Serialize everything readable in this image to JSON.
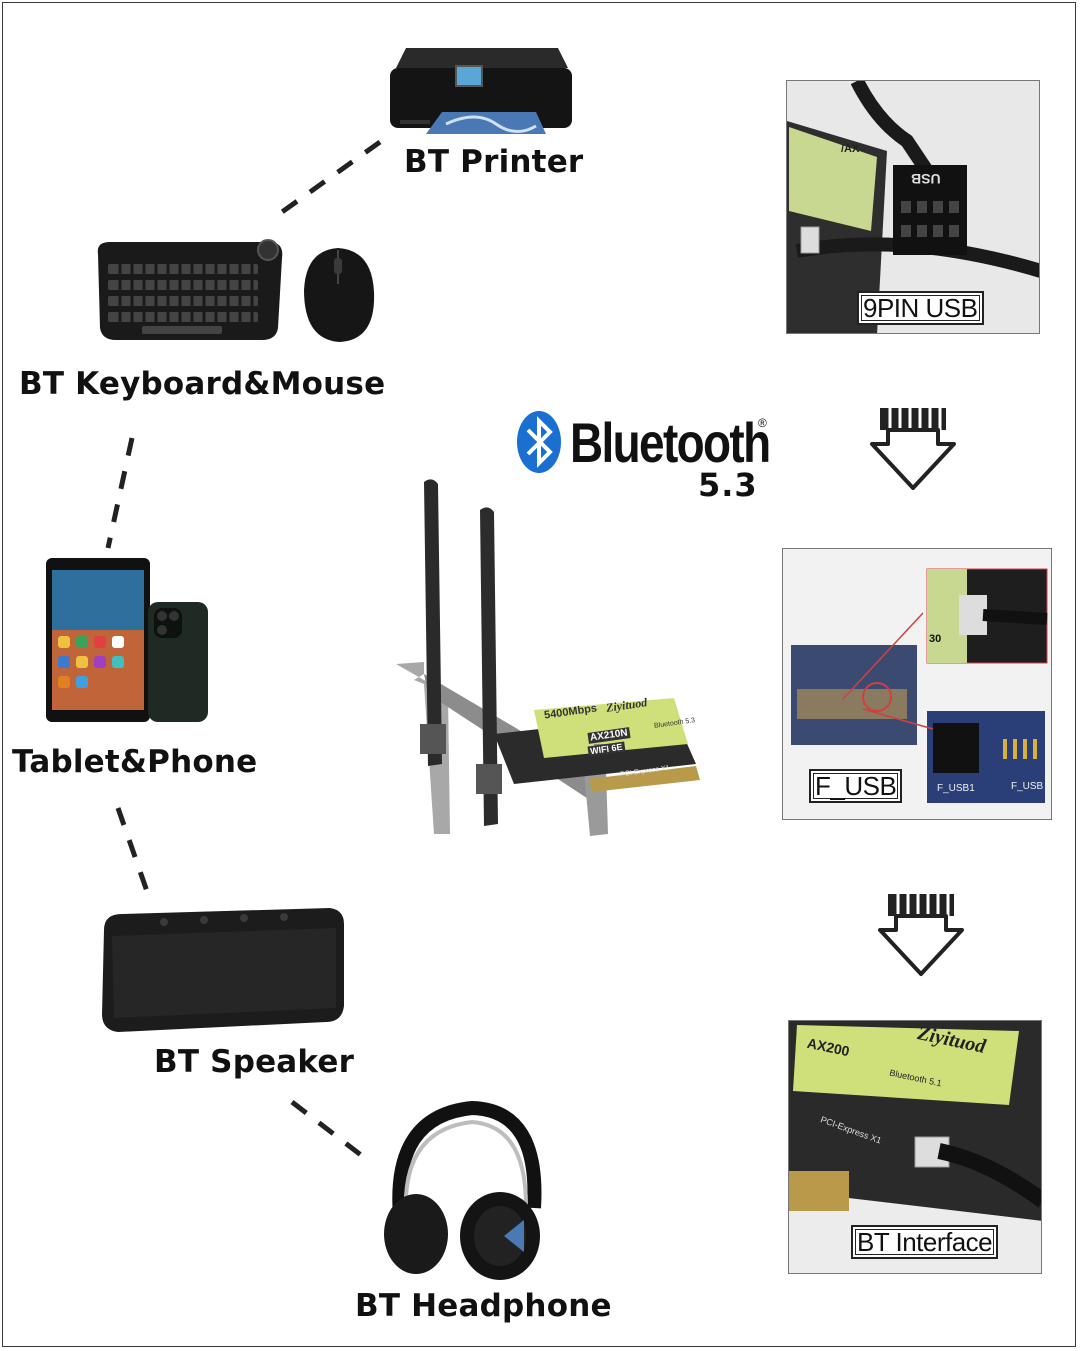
{
  "devices": {
    "printer": "BT Printer",
    "keyboard_mouse": "BT Keyboard&Mouse",
    "tablet_phone": "Tablet&Phone",
    "speaker": "BT Speaker",
    "headphone": "BT Headphone"
  },
  "logo": {
    "name": "Bluetooth",
    "registered": "®",
    "version": "5.3"
  },
  "card": {
    "brand": "Ziyituod",
    "speed": "5400Mbps",
    "model": "AX210N",
    "standard": "WIFI 6E",
    "bus": "PCI-Express X1",
    "bt_label": "Bluetooth 5.3"
  },
  "steps": {
    "step1": "9PIN USB",
    "step2": "F_USB",
    "step3": "BT Interface"
  },
  "photo_text": {
    "usb_header": "USB",
    "ax": "/AX",
    "f_usb1": "F_USB1",
    "f_usb": "F_USB",
    "pin30": "30",
    "ax200": "AX200",
    "brand2": "Ziyituod",
    "bt51": "Bluetooth 5.1",
    "pcie": "PCI-Express X1"
  },
  "colors": {
    "bt_blue": "#1a6fd1",
    "card_green": "#cfe07a",
    "pcb_dark": "#2b2b2b",
    "label_text": "#111111"
  }
}
